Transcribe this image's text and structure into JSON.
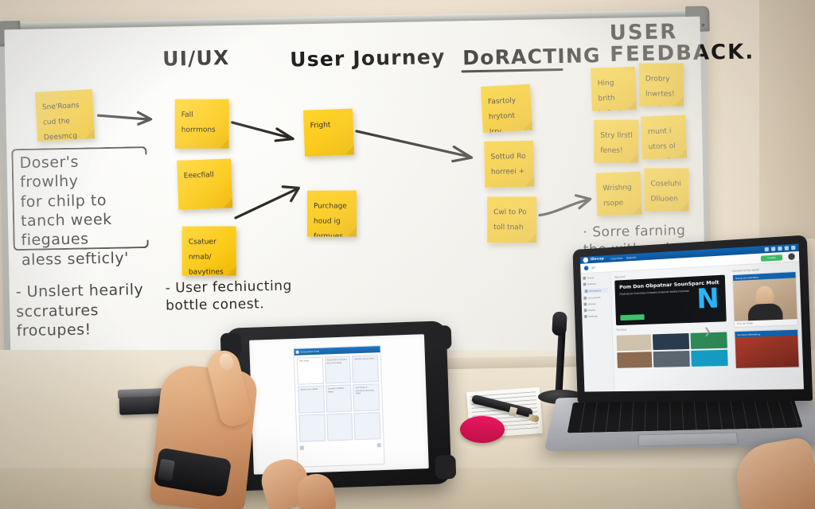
{
  "scene": {
    "setting": "workshop-whiteboard-with-tablet-and-laptop",
    "wall_color": "#ecdfcd",
    "board_color": "#f7f6f2",
    "note_color": "#fcc913",
    "ink_color": "#22201e"
  },
  "whiteboard": {
    "columns": [
      {
        "title": "UI/UX",
        "underlined": false
      },
      {
        "title": "User Journey",
        "underlined": false
      },
      {
        "title": "DoRACTING",
        "underlined": true
      },
      {
        "title": "USER\nFEEDBACK.",
        "underlined": false
      }
    ],
    "textbox": {
      "lines": "Doser's frowlhy\nfor chilp to\ntanch week\nfiegaues\naless sefticly'"
    },
    "bullets": [
      {
        "text": "- Unslert hearily\n    sccratures\n    frocupes!"
      },
      {
        "text": "- User fechiucting\n   bottle conest."
      },
      {
        "text": "· Sorre farning\n  the with ard"
      }
    ],
    "notes": [
      {
        "id": "n-intro",
        "text": "Sne'Roans\ncud the\nDeesmcg"
      },
      {
        "id": "n-ux-1",
        "text": "Fall\nhorrmons"
      },
      {
        "id": "n-ux-2",
        "text": "Eeecfiall"
      },
      {
        "id": "n-ux-3",
        "text": "Csatuer\nnmab/\nbavytines"
      },
      {
        "id": "n-uj-1",
        "text": "Fright"
      },
      {
        "id": "n-uj-2",
        "text": "Purchage\nhoud ig\nformues"
      },
      {
        "id": "n-dr-1",
        "text": "Fasrtoly\nhrytont\nlrry\nneienv\nhoreaw"
      },
      {
        "id": "n-dr-2",
        "text": "Sottud Ro\nhorreei +"
      },
      {
        "id": "n-dr-3",
        "text": "Cwl to Po\ntoll tnah"
      },
      {
        "id": "n-fb-1",
        "text": "Hing brith\nhaf urt\nosulte"
      },
      {
        "id": "n-fb-2",
        "text": "Drobry\nlnwrtes!\nora i\nbinerfearse"
      },
      {
        "id": "n-fb-3",
        "text": "Stry llrstl\nfenes!"
      },
      {
        "id": "n-fb-4",
        "text": "rnunt i\nutors ol\nnuegf\nRjterotoui"
      },
      {
        "id": "n-fb-5",
        "text": "Wrishng\nrsope\nsou g\nprd sul\nSnarkuns"
      },
      {
        "id": "n-fb-6",
        "text": "Coseluhi\nDlluoen st\nmromverg"
      }
    ],
    "arrows": 5
  },
  "laptop": {
    "screen": {
      "brand": "iDevap",
      "nav": [
        "Overview",
        "Reports"
      ],
      "sub_title": "ucl",
      "green_button": "Create",
      "sidebar": [
        "Home",
        "Explore",
        "Workspace",
        "Documents",
        "Library",
        "Teams",
        "Settings"
      ],
      "sidebar_active_index": 2,
      "section_labels": [
        "Welcome",
        "Trending",
        "Connect to the world"
      ],
      "hero": {
        "title": "Pom Don Obpatnar\nSounSparc Molt",
        "body": "Prodnoaras Granrmey\nInnsaate Inrwenoll Aedfenrnamson",
        "cta": "Lnanrs more",
        "logo_glyph": "N"
      },
      "tile_colors": [
        "#d9d2c4",
        "#2a3b4d",
        "#2e8b57",
        "#b08968",
        "#6f7b86",
        "#15a0c8"
      ],
      "card_title": "Group all Coworkers",
      "card_caption": "Prdo ale Toresp",
      "card2_title": "Sonrennt Worketing"
    }
  },
  "tablet": {
    "document": {
      "title_bar": "Dvocamen Crid",
      "cells": [
        "Plan notes",
        "Acton items\nsurmaru list\nof the tasks",
        "Rosults\nreview\nnotes",
        "Sectorn one\ndetail",
        "Cusmter\nfeadbac\nlisting",
        "Summary\nof outcomes\nand next\nsteps",
        "",
        "",
        ""
      ]
    }
  },
  "desk_objects": [
    {
      "name": "whiteboard-eraser",
      "color": "#1d1d1f"
    },
    {
      "name": "notepad",
      "color": "#fbfbf8"
    },
    {
      "name": "pen",
      "color": "#141416"
    },
    {
      "name": "pink-sticky-pad",
      "color": "#e8175f"
    },
    {
      "name": "microphone-stand",
      "color": "#121214"
    },
    {
      "name": "speaker",
      "color": "#111113"
    }
  ],
  "people": [
    {
      "name": "hand-holding-tablet",
      "accessory": "black-wristband"
    },
    {
      "name": "hand-at-laptop",
      "accessory": "dark-sleeve"
    }
  ]
}
